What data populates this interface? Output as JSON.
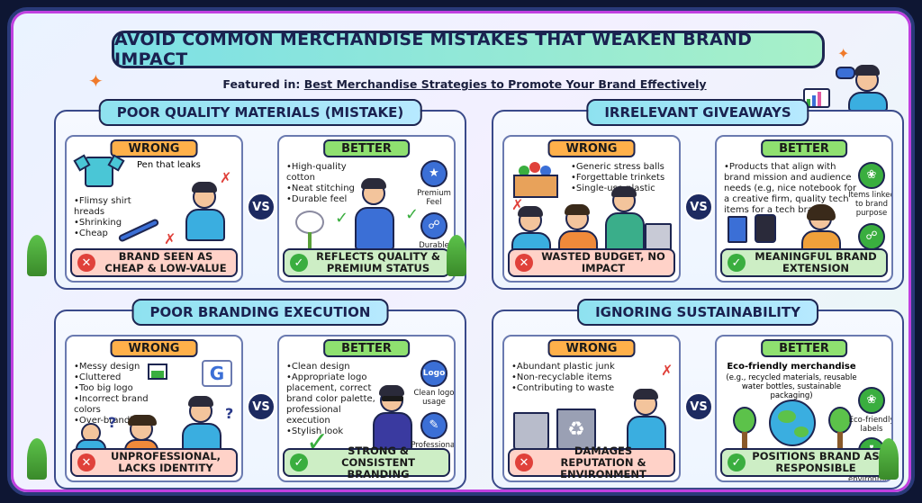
{
  "title": "AVOID COMMON MERCHANDISE MISTAKES THAT WEAKEN BRAND IMPACT",
  "featured": {
    "prefix": "Featured in: ",
    "link": "Best Merchandise Strategies to Promote Your Brand Effectively"
  },
  "labels": {
    "wrong": "WRONG",
    "better": "BETTER",
    "vs": "VS"
  },
  "panels": [
    {
      "heading": "POOR QUALITY MATERIALS (MISTAKE)",
      "wrong": {
        "callout": "Pen that leaks",
        "bullets": [
          "Flimsy shirt hreads",
          "Shrinking",
          "Cheap"
        ],
        "result": "BRAND SEEN AS CHEAP & LOW-VALUE"
      },
      "better": {
        "bullets": [
          "High-quality cotton",
          "Neat stitching",
          "Durable feel"
        ],
        "side": [
          "Premium Feel",
          "Durable Material"
        ],
        "result": "REFLECTS QUALITY & PREMIUM STATUS"
      }
    },
    {
      "heading": "IRRELEVANT GIVEAWAYS",
      "wrong": {
        "bullets": [
          "Generic stress balls",
          "Forgettable trinkets",
          "Single-use plastic"
        ],
        "result": "WASTED BUDGET, NO IMPACT"
      },
      "better": {
        "bullets": [
          "Products that align with brand mission and audience needs (e.g, nice notebook for a creative firm, quality tech items for a tech brand)"
        ],
        "side": [
          "Items linked to brand purpose"
        ],
        "result": "MEANINGFUL BRAND EXTENSION"
      }
    },
    {
      "heading": "POOR BRANDING EXECUTION",
      "wrong": {
        "bullets": [
          "Messy design",
          "Cluttered",
          "Too big logo",
          "Incorrect brand colors",
          "Over-branding"
        ],
        "result": "UNPROFESSIONAL, LACKS IDENTITY"
      },
      "better": {
        "bullets": [
          "Clean design",
          "Appropriate logo placement, correct brand color palette, professional execution",
          "Stylish look"
        ],
        "side": [
          "Clean logo usage",
          "Professional layout"
        ],
        "logo_badge": "Logo",
        "result": "STRONG & CONSISTENT BRANDING"
      }
    },
    {
      "heading": "IGNORING SUSTAINABILITY",
      "wrong": {
        "bullets": [
          "Abundant plastic junk",
          "Non-recyclable items",
          "Contributing to waste"
        ],
        "result": "DAMAGES REPUTATION & ENVIRONMENT"
      },
      "better": {
        "lead": "Eco-friendly merchandise",
        "note": "(e.g., recycled materials, reusable water bottles, sustainable packaging)",
        "side": [
          "Eco-friendly labels",
          "Clean environment"
        ],
        "result": "POSITIONS BRAND AS RESPONSIBLE"
      }
    }
  ],
  "colors": {
    "wrong_header": "#ffb04a",
    "better_header": "#8fe070",
    "x_mark": "#e0413a",
    "check_mark": "#3aae3f",
    "navy": "#1d2550"
  },
  "icons": [
    "sparkle-icon",
    "tshirt-icon",
    "pen-icon",
    "cotton-flower-icon",
    "premium-medal-icon",
    "link-chain-icon",
    "gift-box-icon",
    "trash-can-icon",
    "notebook-icon",
    "tablet-icon",
    "image-icon",
    "google-g-icon",
    "logo-badge-icon",
    "layout-pen-icon",
    "recycle-icon",
    "earth-icon",
    "leaf-icon",
    "tree-icon",
    "plant-icon",
    "laptop-person-icon"
  ]
}
